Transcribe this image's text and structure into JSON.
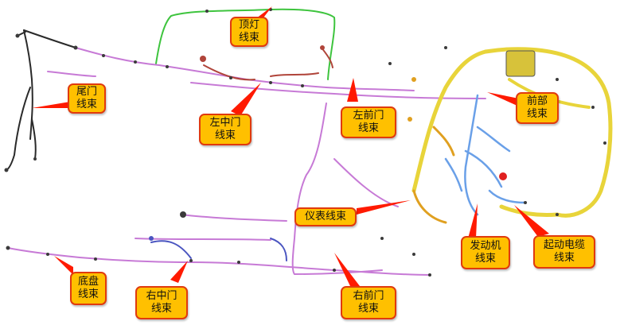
{
  "labels": {
    "roof": [
      "顶灯",
      "线束"
    ],
    "tailgate": [
      "尾门",
      "线束"
    ],
    "left_middle_door": [
      "左中门",
      "线束"
    ],
    "left_front_door": [
      "左前门",
      "线束"
    ],
    "front": [
      "前部",
      "线束"
    ],
    "instrument": [
      "仪表线束"
    ],
    "chassis": [
      "底盘",
      "线束"
    ],
    "right_middle_door": [
      "右中门",
      "线束"
    ],
    "right_front_door": [
      "右前门",
      "线束"
    ],
    "engine": [
      "发动机",
      "线束"
    ],
    "starter_cable": [
      "起动电缆",
      "线束"
    ]
  },
  "colors": {
    "callout_fill": "#ffc000",
    "callout_border": "#e03a0e",
    "pointer_red": "#ff1a00",
    "roof_harness": "#3ec43e",
    "tail_harness": "#2a2a2a",
    "body_harness": "#c77ad6",
    "door_harness": "#b0443a",
    "front_harness": "#e8d43a",
    "front_harness_dark": "#e0a020",
    "engine_harness": "#6aa0e8",
    "blue_harness": "#4a55c0",
    "connector": "#3a3a3a"
  }
}
